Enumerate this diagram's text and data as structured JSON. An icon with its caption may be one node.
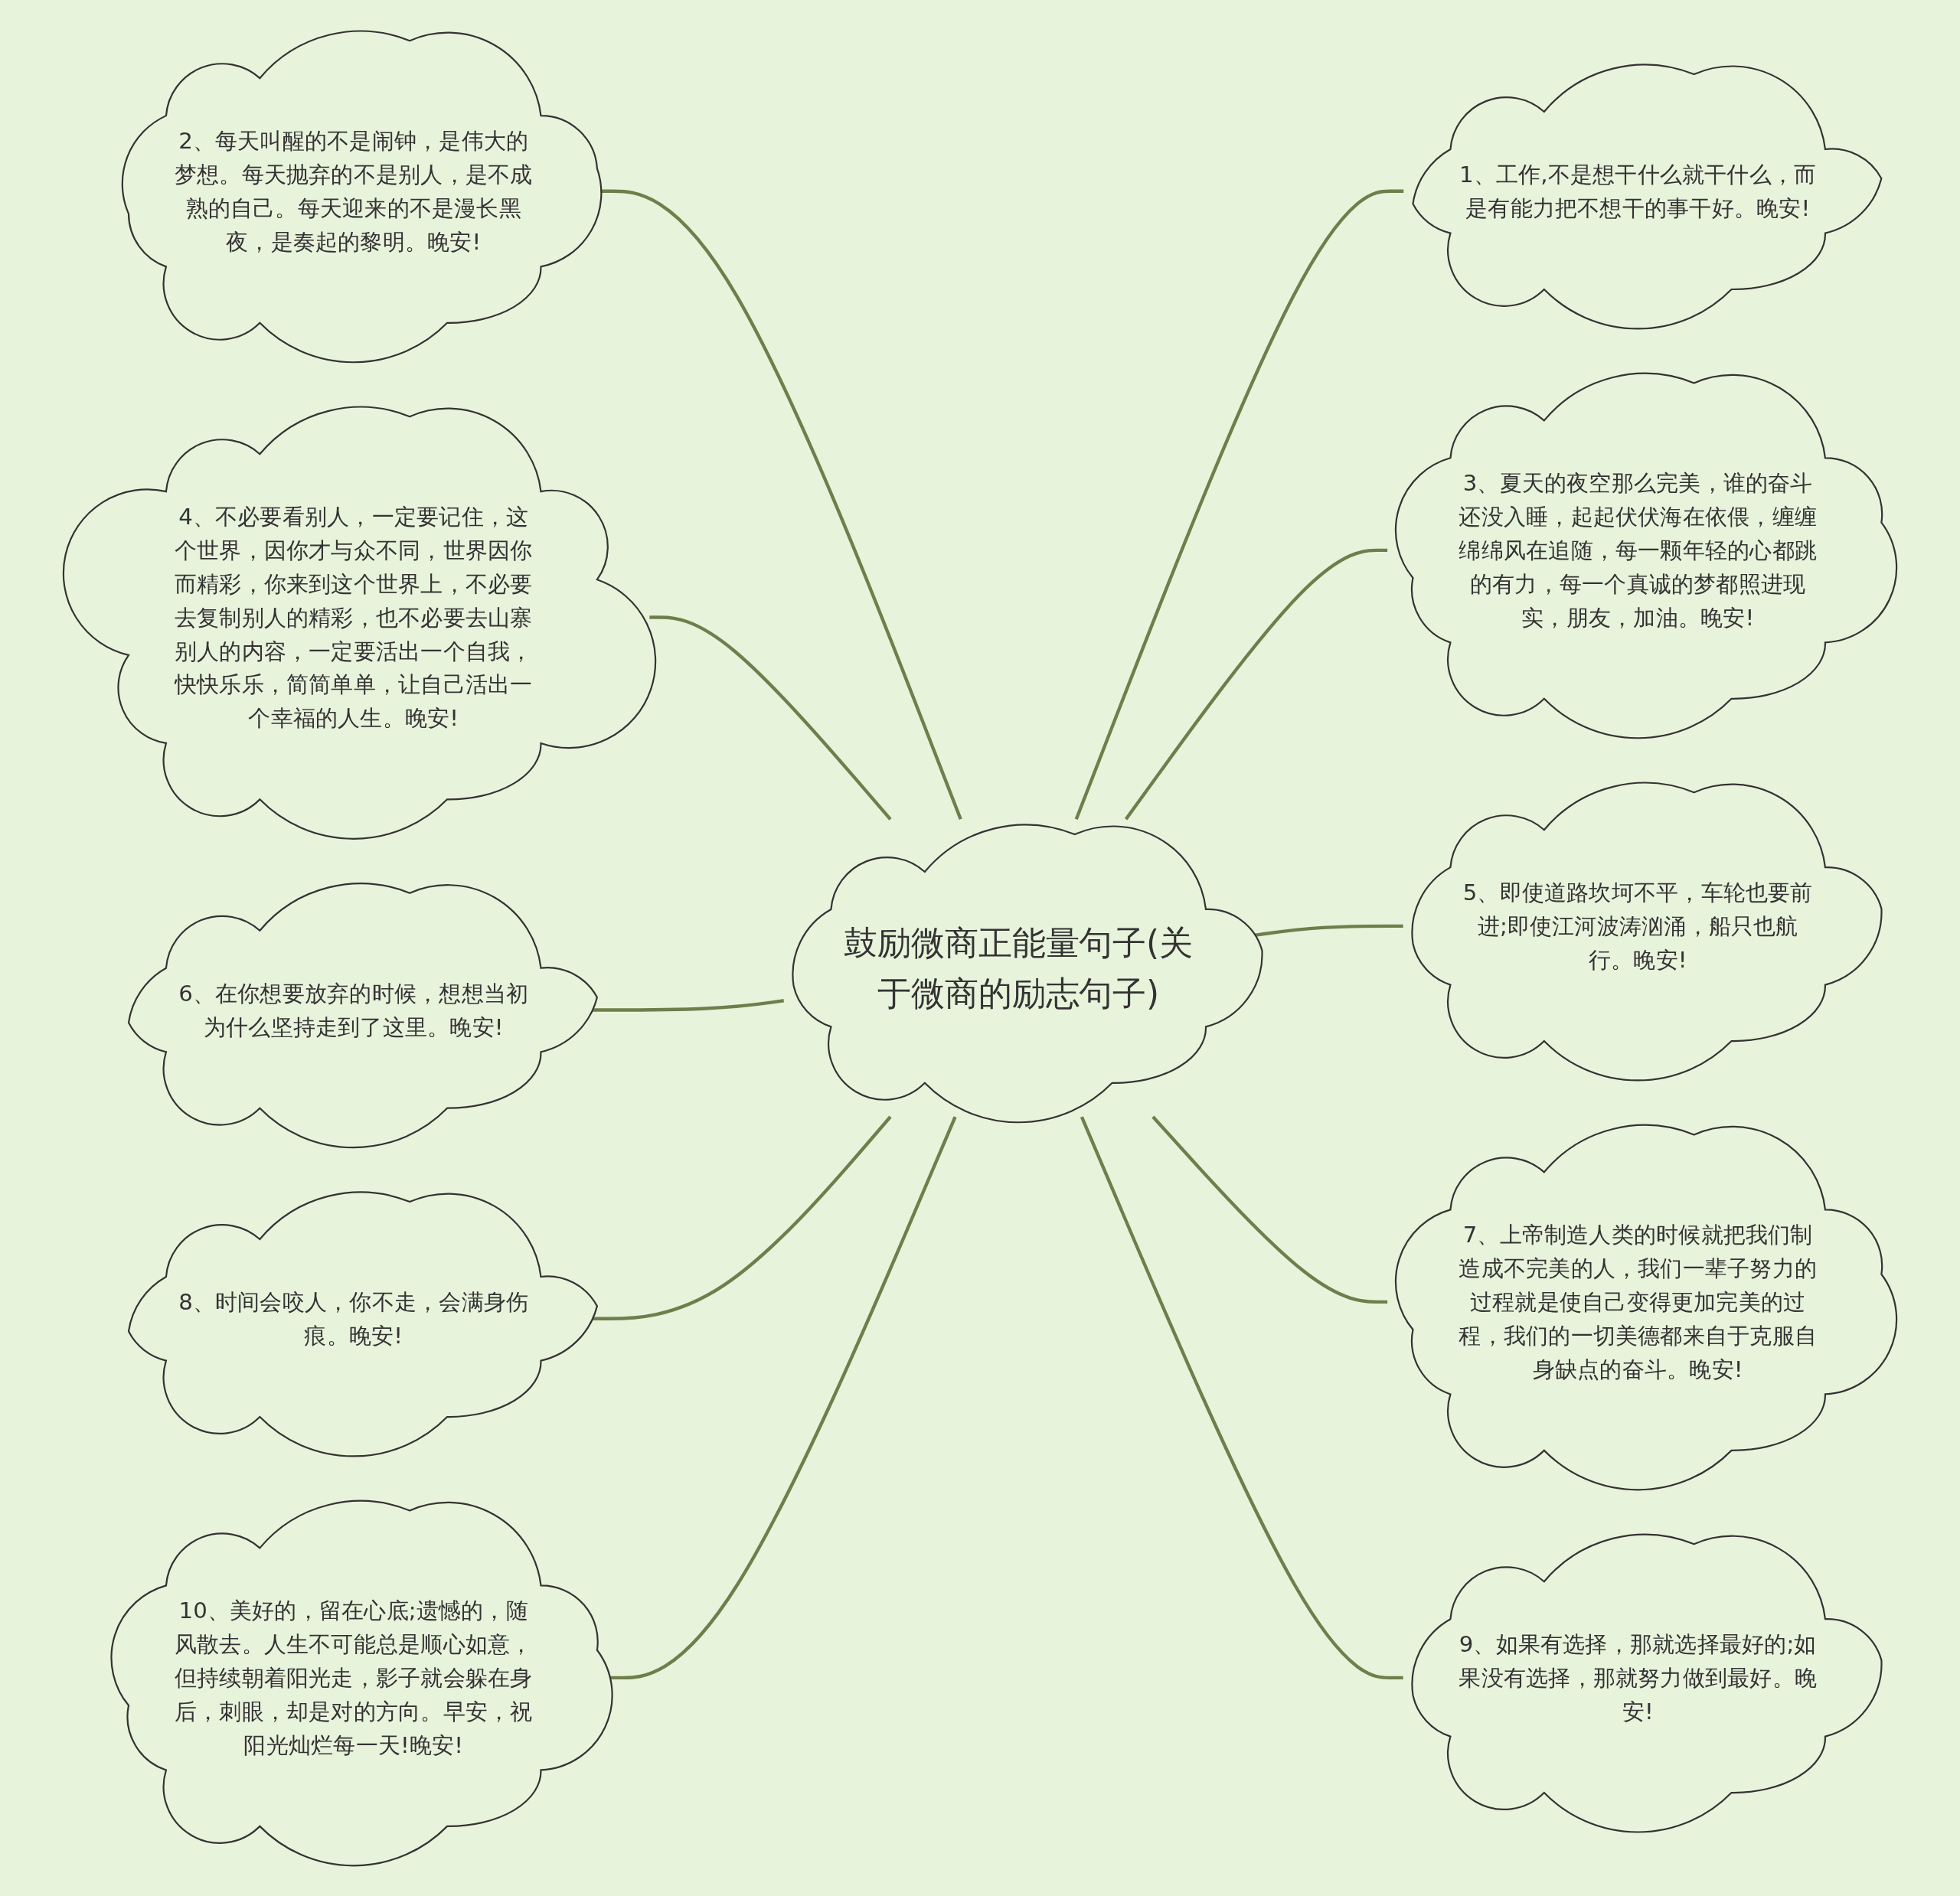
{
  "diagram": {
    "nodes": [
      {
        "text": [
          "鼓励微商正能量句子(关于微商的励志句子)"
        ]
      },
      {
        "text": [
          "1、工作,不是想干什么就干什么，而是有能力把不想干的事干好。晚安!"
        ]
      },
      {
        "text": [
          "2、每天叫醒的不是闹钟，是伟大的梦想。每天抛弃的不是别人，是不成熟的自己。每天迎来的不是漫长黑夜，是奏起的黎明。晚安!"
        ]
      },
      {
        "text": [
          "3、夏天的夜空那么完美，谁的奋斗还没入睡，起起伏伏海在依偎，缠缠绵绵风在追随，每一颗年轻的心都跳的有力，每一个真诚的梦都照进现实，朋友，加油。晚安!"
        ]
      },
      {
        "text": [
          "4、不必要看别人，一定要记住，这个世界，因你才与众不同，世界因你而精彩，你来到这个世界上，不必要去复制别人的精彩，也不必要去山寨别人的内容，一定要活出一个自我，快快乐乐，简简单单，让自己活出一个幸福的人生。晚安!"
        ]
      },
      {
        "text": [
          "5、即使道路坎坷不平，车轮也要前进;即使江河波涛汹涌，船只也航行。晚安!"
        ]
      },
      {
        "text": [
          "6、在你想要放弃的时候，想想当初为什么坚持走到了这里。晚安!"
        ]
      },
      {
        "text": [
          "7、上帝制造人类的时候就把我们制造成不完美的人，我们一辈子努力的过程就是使自己变得更加完美的过程，我们的一切美德都来自于克服自身缺点的奋斗。晚安!"
        ]
      },
      {
        "text": [
          "8、时间会咬人，你不走，会满身伤痕。晚安!"
        ]
      },
      {
        "text": [
          "9、如果有选择，那就选择最好的;如果没有选择，那就努力做到最好。晚安!"
        ]
      },
      {
        "text": [
          "10、美好的，留在心底;遗憾的，随风散去。人生不可能总是顺心如意，但持续朝着阳光走，影子就会躲在身后，刺眼，却是对的方向。早安，祝阳光灿烂每一天!晚安!"
        ]
      }
    ],
    "edges": [
      {
        "from": 0,
        "to": 1,
        "arrow": "none"
      },
      {
        "from": 0,
        "to": 2,
        "arrow": "none"
      },
      {
        "from": 0,
        "to": 3,
        "arrow": "none"
      },
      {
        "from": 0,
        "to": 4,
        "arrow": "none"
      },
      {
        "from": 0,
        "to": 5,
        "arrow": "none"
      },
      {
        "from": 0,
        "to": 6,
        "arrow": "none"
      },
      {
        "from": 0,
        "to": 7,
        "arrow": "none"
      },
      {
        "from": 0,
        "to": 8,
        "arrow": "none"
      },
      {
        "from": 0,
        "to": 9,
        "arrow": "none"
      },
      {
        "from": 0,
        "to": 10,
        "arrow": "none"
      }
    ]
  }
}
